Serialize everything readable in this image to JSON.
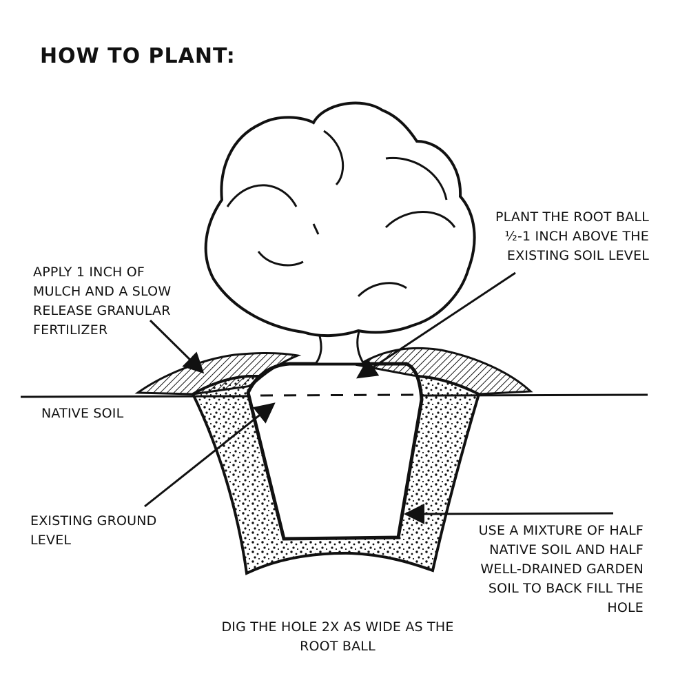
{
  "title": "HOW TO PLANT:",
  "labels": {
    "root_ball": [
      "PLANT THE ROOT BALL",
      "½-1 INCH ABOVE THE",
      "EXISTING SOIL LEVEL"
    ],
    "mulch": [
      "APPLY 1 INCH OF",
      "MULCH AND A SLOW",
      "RELEASE GRANULAR",
      "FERTILIZER"
    ],
    "native_soil": [
      "NATIVE SOIL"
    ],
    "ground_level": [
      "EXISTING GROUND",
      "LEVEL"
    ],
    "backfill": [
      "USE A MIXTURE OF HALF",
      "NATIVE SOIL AND HALF",
      "WELL-DRAINED GARDEN",
      "SOIL TO BACK FILL THE",
      "HOLE"
    ],
    "dig": [
      "DIG THE HOLE 2X AS WIDE AS THE",
      "ROOT BALL"
    ]
  },
  "colors": {
    "ink": "#111111",
    "paper": "#ffffff"
  }
}
